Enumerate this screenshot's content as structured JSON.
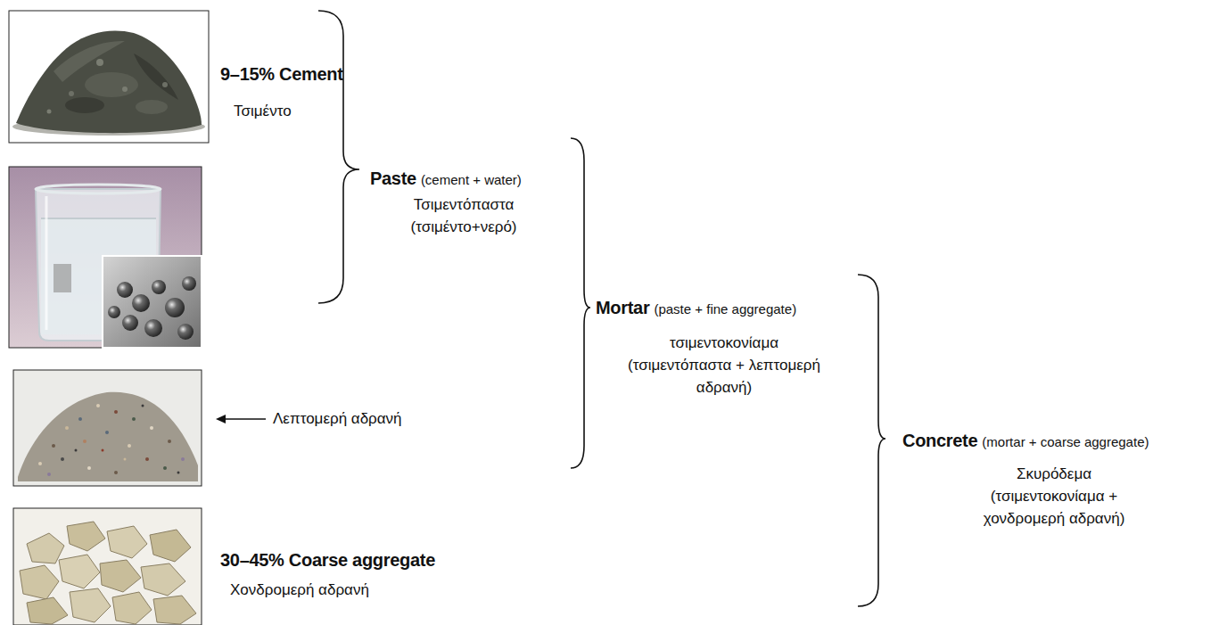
{
  "diagram": {
    "labels": [
      "9–15% Cement",
      "Τσιμέντο",
      "Paste",
      "(cement + water)",
      "Τσιμεντόπαστα (τσιμέντο+νερό)",
      "Λεπτομερή αδρανή",
      "Mortar",
      "(paste + fine aggregate)",
      "τσιμεντοκονίαμα (τσιμεντόπαστα + λεπτομερή αδρανή)",
      "Concrete",
      "(mortar + coarse aggregate)",
      "Σκυρόδεμα (τσιμεντοκονίαμα + χονδρομερή αδρανή)",
      "30–45% Coarse aggregate",
      "Χονδρομερή αδρανή"
    ]
  }
}
